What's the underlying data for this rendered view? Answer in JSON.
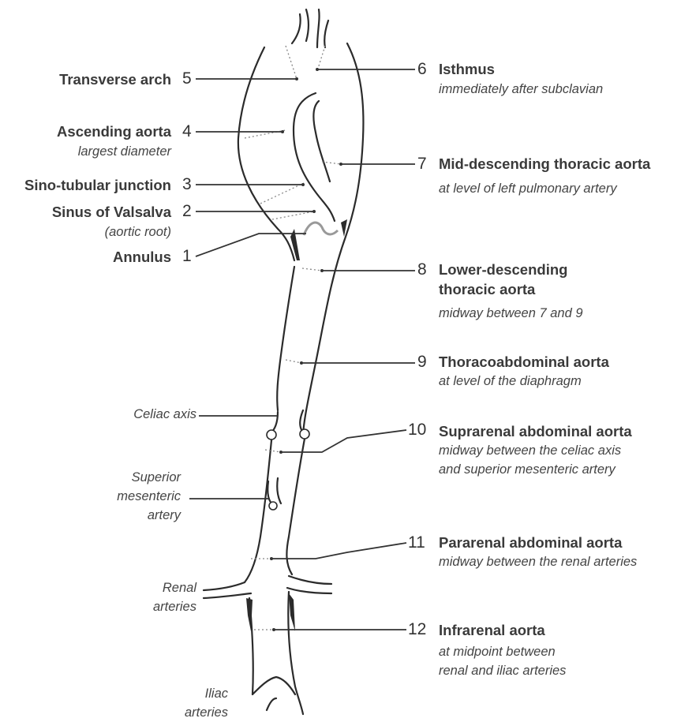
{
  "left_labels": {
    "transverse_arch": "Transverse arch",
    "ascending_aorta": "Ascending aorta",
    "ascending_aorta_note": "largest diameter",
    "sino_tubular": "Sino-tubular junction",
    "sinus_valsalva": "Sinus of Valsalva",
    "sinus_valsalva_note": "(aortic root)",
    "annulus": "Annulus",
    "celiac_axis": "Celiac axis",
    "sma_line1": "Superior",
    "sma_line2": "mesenteric",
    "sma_line3": "artery",
    "renal_line1": "Renal",
    "renal_line2": "arteries",
    "iliac_line1": "Iliac",
    "iliac_line2": "arteries"
  },
  "left_numbers": [
    "5",
    "4",
    "3",
    "2",
    "1"
  ],
  "right_items": [
    {
      "num": "6",
      "title": "Isthmus",
      "note": "immediately after subclavian"
    },
    {
      "num": "7",
      "title": "Mid-descending thoracic aorta",
      "note": "at level of left pulmonary artery"
    },
    {
      "num": "8",
      "title": "Lower-descending",
      "title2": "thoracic aorta",
      "note": "midway between 7 and 9"
    },
    {
      "num": "9",
      "title": "Thoracoabdominal aorta",
      "note": "at level of the diaphragm"
    },
    {
      "num": "10",
      "title": "Suprarenal abdominal aorta",
      "note": "midway between the celiac axis",
      "note2": "and superior mesenteric artery"
    },
    {
      "num": "11",
      "title": "Pararenal abdominal aorta",
      "note": "midway between the renal arteries"
    },
    {
      "num": "12",
      "title": "Infrarenal aorta",
      "note": "at midpoint between",
      "note2": "renal and iliac arteries"
    }
  ],
  "colors": {
    "text": "#3a3a3a",
    "line": "#333333",
    "vessel": "#2b2b2b",
    "dotted": "#888888"
  }
}
